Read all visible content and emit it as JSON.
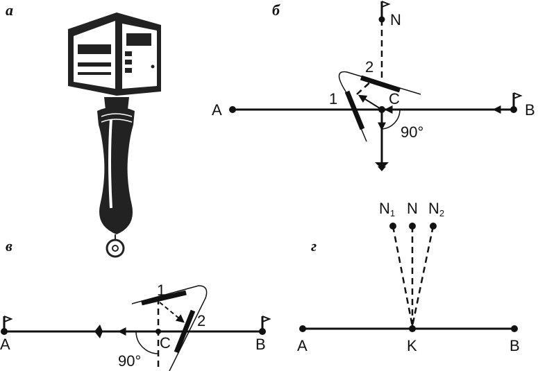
{
  "panels": {
    "a": {
      "label": "а"
    },
    "b": {
      "label": "б",
      "points": {
        "A": "A",
        "B": "B",
        "C": "C",
        "N": "N"
      },
      "mirrors": {
        "first": "1",
        "second": "2"
      },
      "angle": "90°"
    },
    "v": {
      "label": "в",
      "points": {
        "A": "A",
        "B": "B",
        "C": "C"
      },
      "mirrors": {
        "first": "1",
        "second": "2"
      },
      "angle": "90°"
    },
    "g": {
      "label": "г",
      "points": {
        "A": "A",
        "B": "B",
        "K": "K",
        "N": "N",
        "N1": "N",
        "N1_sub": "1",
        "N2": "N",
        "N2_sub": "2"
      }
    }
  }
}
